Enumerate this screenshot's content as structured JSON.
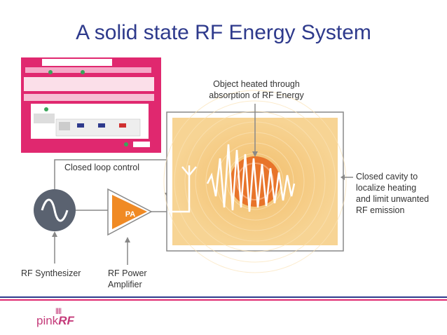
{
  "title": "A solid state RF Energy System",
  "labels": {
    "object_heated": [
      "Object heated through",
      "absorption of RF Energy"
    ],
    "closed_loop": "Closed loop control",
    "closed_cavity": [
      "Closed cavity to",
      "localize heating",
      "and limit unwanted",
      "RF emission"
    ],
    "rf_synthesizer": "RF Synthesizer",
    "rf_power_amplifier": [
      "RF Power",
      "Amplifier"
    ],
    "pa": "PA"
  },
  "logo": {
    "prefix": "pink",
    "suffix": "RF",
    "bars": "||||||"
  },
  "colors": {
    "title": "#2e3a8c",
    "synth": "#5a6270",
    "pa": "#f08a24",
    "cavity": "#f3c77a",
    "hot_spot": "#e8742a",
    "pink": "#e0286f"
  }
}
